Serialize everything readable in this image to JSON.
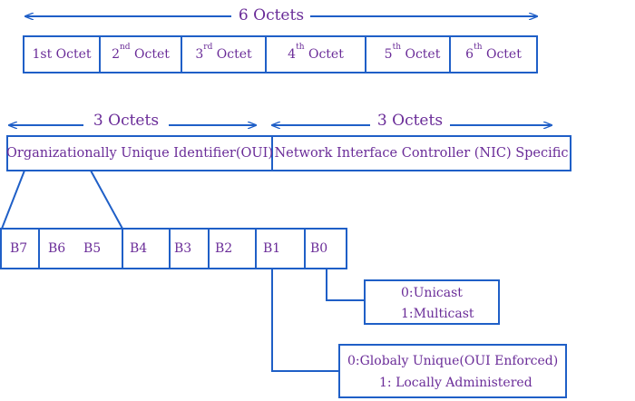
{
  "colors": {
    "stroke": "#1f5fc7",
    "text": "#6a2c98"
  },
  "top": {
    "span_label": "6 Octets",
    "octets": [
      {
        "ord": "1st",
        "sup": "",
        "word": "Octet"
      },
      {
        "ord": "2",
        "sup": "nd",
        "word": "Octet"
      },
      {
        "ord": "3",
        "sup": "rd",
        "word": "Octet"
      },
      {
        "ord": "4",
        "sup": "th",
        "word": "Octet"
      },
      {
        "ord": "5",
        "sup": "th",
        "word": "Octet"
      },
      {
        "ord": "6",
        "sup": "th",
        "word": "Octet"
      }
    ]
  },
  "middle": {
    "left_span_label": "3 Octets",
    "right_span_label": "3 Octets",
    "oui_label": "Organizationally Unique Identifier(OUI)",
    "nic_label": "Network Interface Controller (NIC) Specific"
  },
  "bits": [
    "B7",
    "B6",
    "B5",
    "B4",
    "B3",
    "B2",
    "B1",
    "B0"
  ],
  "cast_box": {
    "line1": "0:Unicast",
    "line2": "1:Multicast"
  },
  "admin_box": {
    "line1": "0:Globaly Unique(OUI Enforced)",
    "line2": "1: Locally Administered"
  }
}
